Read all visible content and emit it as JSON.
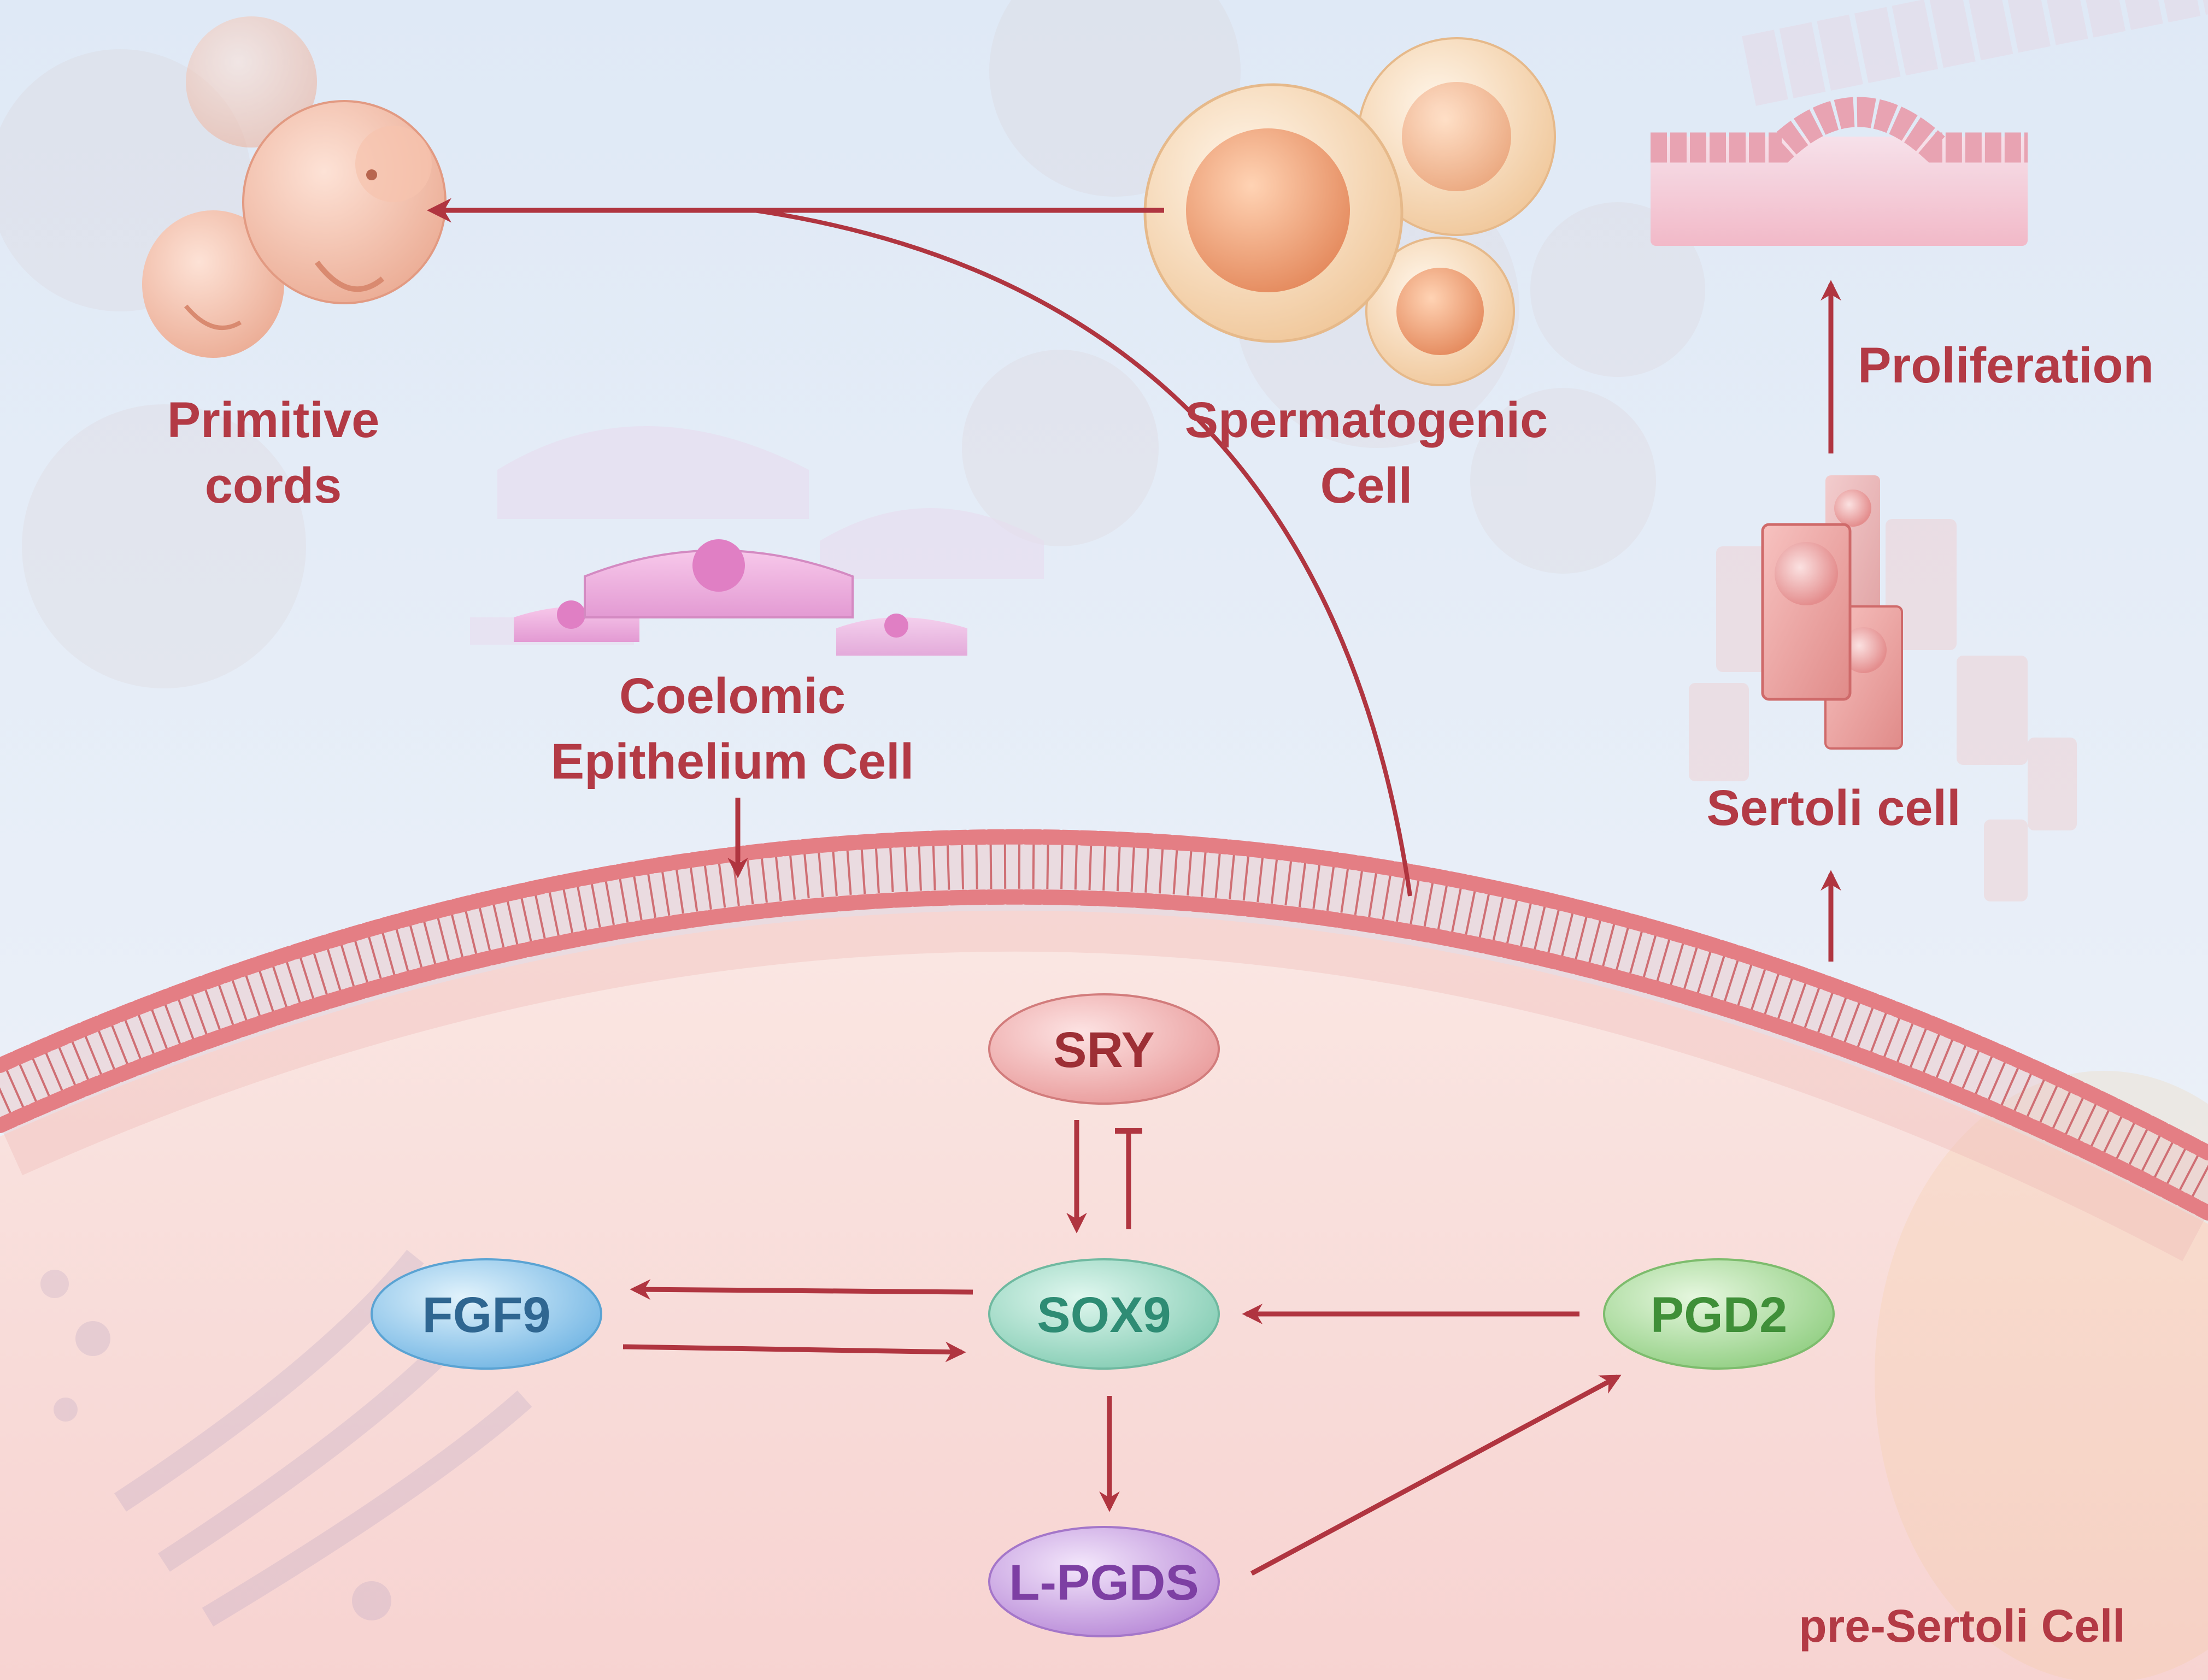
{
  "labels": {
    "primitive_cords_1": "Primitive",
    "primitive_cords_2": "cords",
    "spermatogenic_1": "Spermatogenic",
    "spermatogenic_2": "Cell",
    "proliferation": "Proliferation",
    "coelomic_1": "Coelomic",
    "coelomic_2": "Epithelium Cell",
    "sertoli": "Sertoli cell",
    "pre_sertoli": "pre-Sertoli Cell"
  },
  "nodes": {
    "sry": "SRY",
    "sox9": "SOX9",
    "fgf9": "FGF9",
    "pgd2": "PGD2",
    "lpgds": "L-PGDS"
  },
  "colors": {
    "accent": "#b33a45",
    "arrow": "#b03540",
    "bg_top": "#e3ecf7",
    "bg_cell": "#f7d9d6",
    "sry_fill": "#f2b0b0",
    "sox9_fill": "#a8e0cc",
    "fgf9_fill": "#9ccfee",
    "pgd2_fill": "#b3e0a8",
    "lpgds_fill": "#d8b4ec"
  }
}
